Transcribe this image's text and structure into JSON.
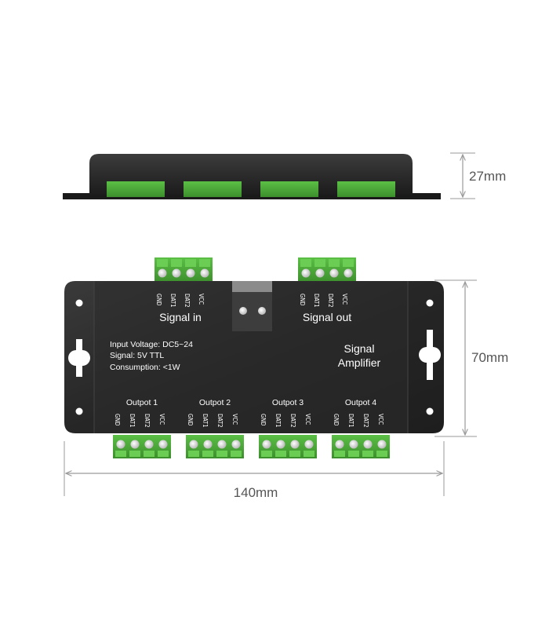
{
  "dimensions": {
    "height": "27mm",
    "depth": "70mm",
    "width": "140mm"
  },
  "input_block": {
    "label": "Signal in",
    "pins": [
      "GND",
      "DAT1",
      "DAT2",
      "VCC"
    ]
  },
  "output_block": {
    "label": "Signal out",
    "pins": [
      "GND",
      "DAT1",
      "DAT2",
      "VCC"
    ]
  },
  "specs": {
    "line1": "Input Voltage: DC5~24",
    "line2": "Signal: 5V TTL",
    "line3": "Consumption: <1W"
  },
  "product": {
    "line1": "Signal",
    "line2": "Amplifier"
  },
  "outputs": [
    {
      "label": "Outpot 1",
      "pins": [
        "GND",
        "DAT1",
        "DAT2",
        "VCC"
      ]
    },
    {
      "label": "Outpot 2",
      "pins": [
        "GND",
        "DAT1",
        "DAT2",
        "VCC"
      ]
    },
    {
      "label": "Outpot 3",
      "pins": [
        "GND",
        "DAT1",
        "DAT2",
        "VCC"
      ]
    },
    {
      "label": "Outpot 4",
      "pins": [
        "GND",
        "DAT1",
        "DAT2",
        "VCC"
      ]
    }
  ],
  "colors": {
    "case": "#2a2a2a",
    "terminal_green": "#4fa83a",
    "dimension_line": "#9a9a9a"
  }
}
